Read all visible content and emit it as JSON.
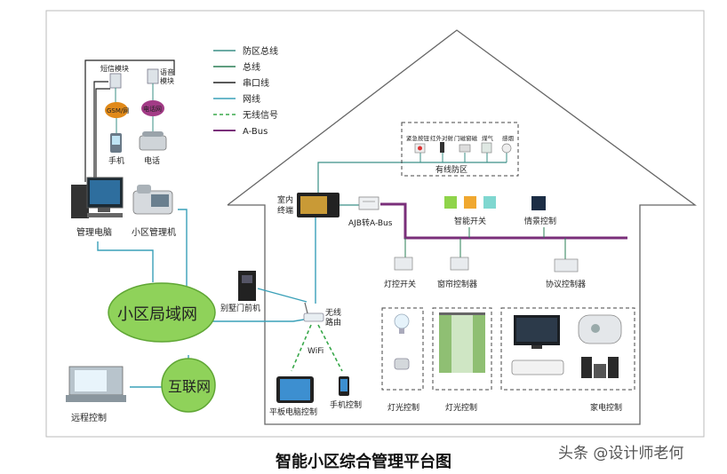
{
  "legend": [
    {
      "label": "防区总线",
      "color": "#3a8f86"
    },
    {
      "label": "总线",
      "color": "#2a7f55"
    },
    {
      "label": "串口线",
      "color": "#222222"
    },
    {
      "label": "网线",
      "color": "#3aa0b8"
    },
    {
      "label": "无线信号",
      "color": "#38a84a"
    },
    {
      "label": "A-Bus",
      "color": "#7a2f7a"
    }
  ],
  "top_left": {
    "sms_module": "短信模块",
    "voice_module": "语音模块",
    "gsm": "GSM/网",
    "phone_net": "电话网",
    "mobile": "手机",
    "telephone": "电话",
    "mgmt_pc": "管理电脑",
    "community_mgr": "小区管理机"
  },
  "network": {
    "lan": "小区局域网",
    "internet": "互联网",
    "remote": "远程控制",
    "villa_door": "别墅门前机",
    "wireless_router": "无线路由",
    "wifi": "WiFi",
    "tablet": "平板电脑控制",
    "phone_ctrl": "手机控制"
  },
  "house": {
    "indoor_terminal": "室内终端",
    "ajb": "AJB转A-Bus",
    "wired_zone": "有线防区",
    "sensors": [
      "紧急按钮",
      "红外对射",
      "门磁窗磁",
      "煤气",
      "感烟"
    ],
    "smart_switch": "智能开关",
    "scene_ctrl": "情景控制",
    "light_switch": "灯控开关",
    "curtain_ctrl": "窗帘控制器",
    "protocol_ctrl": "协议控制器",
    "light_ctrl": "灯光控制",
    "lamp_ctrl": "灯光控制",
    "appliance_ctrl": "家电控制"
  },
  "caption": "智能小区综合管理平台图",
  "watermark": "头条 @设计师老何"
}
